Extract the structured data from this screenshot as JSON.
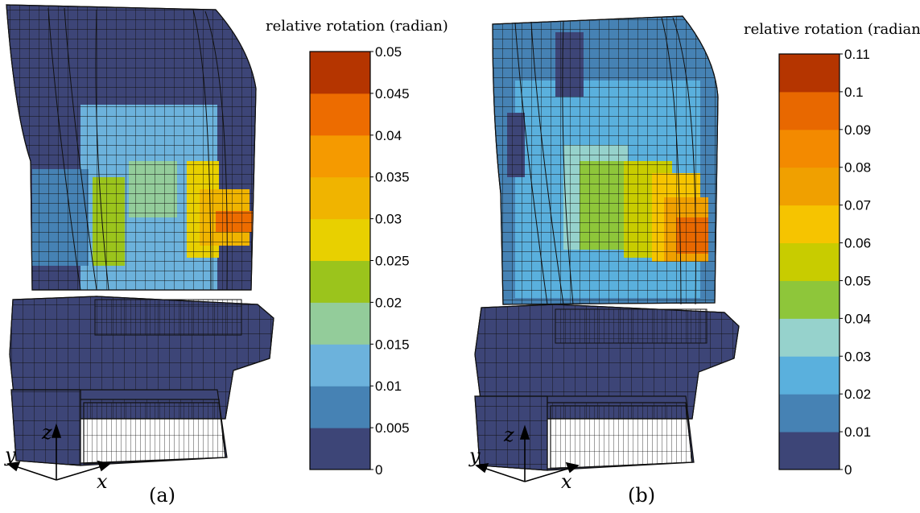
{
  "figure": {
    "panels": [
      {
        "id": "a",
        "caption": "(a)",
        "colorbar_title": "relative rotation (radian)",
        "axis_labels": {
          "x": "x",
          "y": "y",
          "z": "z"
        },
        "colorbar": {
          "ticks": [
            "0",
            "0.005",
            "0.01",
            "0.015",
            "0.02",
            "0.025",
            "0.03",
            "0.035",
            "0.04",
            "0.045",
            "0.05"
          ],
          "colors": [
            "#3d4577",
            "#4682b4",
            "#6cb2dc",
            "#93cc9a",
            "#9bc41c",
            "#e8d000",
            "#f0b400",
            "#f59a00",
            "#ed6c00",
            "#b53500"
          ]
        }
      },
      {
        "id": "b",
        "caption": "(b)",
        "colorbar_title": "relative rotation (radian)",
        "axis_labels": {
          "x": "x",
          "y": "y",
          "z": "z"
        },
        "colorbar": {
          "ticks": [
            "0",
            "0.01",
            "0.02",
            "0.03",
            "0.04",
            "0.05",
            "0.06",
            "0.07",
            "0.08",
            "0.09",
            "0.1",
            "0.11"
          ],
          "colors": [
            "#3d4577",
            "#4682b4",
            "#5ab0dd",
            "#96d2cc",
            "#8ec63a",
            "#c8cc00",
            "#f6c400",
            "#f0a000",
            "#f38a00",
            "#e86800",
            "#b53500"
          ]
        }
      }
    ]
  }
}
